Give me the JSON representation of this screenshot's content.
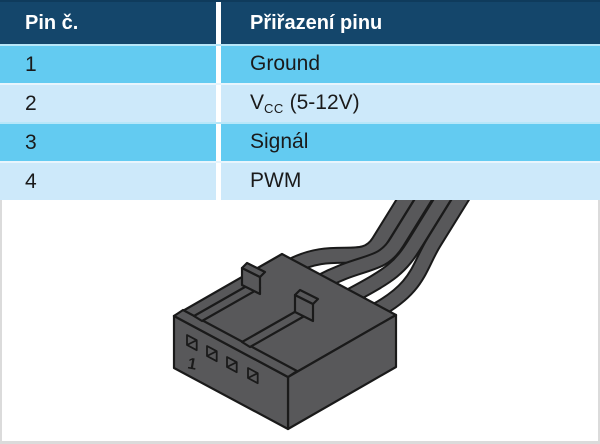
{
  "table": {
    "header": {
      "col1": "Pin č.",
      "col2": "Přiřazení pinu"
    },
    "rows": [
      {
        "pin": "1",
        "label": "Ground",
        "sub": "",
        "post": ""
      },
      {
        "pin": "2",
        "label": "V",
        "sub": "CC",
        "post": " (5-12V)"
      },
      {
        "pin": "3",
        "label": "Signál",
        "sub": "",
        "post": ""
      },
      {
        "pin": "4",
        "label": "PWM",
        "sub": "",
        "post": ""
      }
    ]
  },
  "figure": {
    "pin1_label": "1"
  },
  "colors": {
    "header_bg": "#14466B",
    "header_text": "#FFFFFF",
    "row_blue": "#63CBF1",
    "row_light_blue": "#CDE9FA",
    "column_divider": "#FFFFFF",
    "cell_text": "#1A1A1A",
    "connector_fill": "#58585A",
    "connector_outline": "#1A1A1A",
    "figure_border": "#DBDBDB"
  }
}
